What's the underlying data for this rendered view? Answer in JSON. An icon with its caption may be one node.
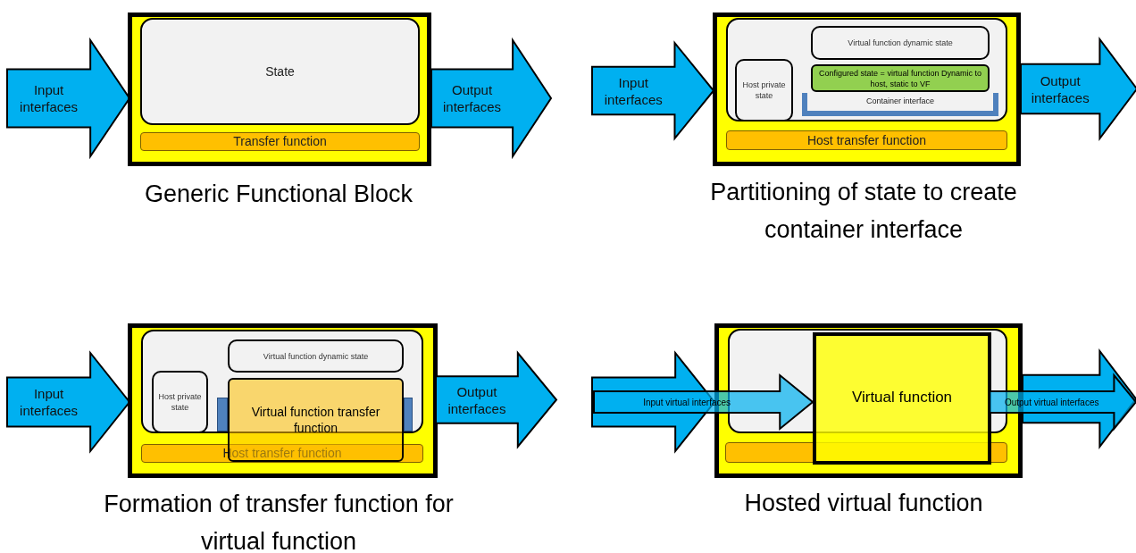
{
  "diagram": {
    "nodes": [
      {
        "text": [
          "Input interfaces"
        ]
      },
      {
        "text": [],
        "shape": "box",
        "beside": [
          "Generic Functional Block"
        ]
      },
      {
        "text": [
          "State"
        ],
        "in": 1
      },
      {
        "text": [
          "Transfer function"
        ],
        "in": 1
      },
      {
        "text": [
          "Output interfaces"
        ]
      },
      {
        "text": [
          "Input interfaces"
        ]
      },
      {
        "text": [],
        "shape": "box",
        "beside": [
          "Partitioning of state to create container interface"
        ]
      },
      {
        "text": [],
        "shape": "box",
        "in": 6
      },
      {
        "text": [
          "Host private state"
        ],
        "in": 7
      },
      {
        "text": [
          "Virtual function dynamic state"
        ],
        "in": 7
      },
      {
        "text": [
          "Configured state = virtual function Dynamic to host, static to VF"
        ],
        "in": 7
      },
      {
        "text": [
          "Container interface"
        ],
        "in": 7
      },
      {
        "text": [
          "Host transfer function"
        ],
        "in": 6
      },
      {
        "text": [
          "Output interfaces"
        ]
      },
      {
        "text": [
          "Input interfaces"
        ]
      },
      {
        "text": [],
        "shape": "box",
        "beside": [
          "Formation of transfer function for virtual function"
        ]
      },
      {
        "text": [],
        "shape": "box",
        "in": 15
      },
      {
        "text": [
          "Host private state"
        ],
        "in": 16
      },
      {
        "text": [
          "Virtual function dynamic state"
        ],
        "in": 16
      },
      {
        "text": [
          "Host transfer function"
        ],
        "in": 15
      },
      {
        "text": [
          "Virtual function transfer function"
        ],
        "in": 15
      },
      {
        "text": [
          "Output interfaces"
        ]
      },
      {
        "text": [],
        "shape": "arrow"
      },
      {
        "text": [],
        "shape": "box",
        "beside": [
          "Hosted virtual function"
        ]
      },
      {
        "text": [],
        "shape": "box",
        "in": 23
      },
      {
        "text": [],
        "shape": "bar",
        "in": 23
      },
      {
        "text": [
          "Virtual function"
        ],
        "in": 23
      },
      {
        "text": [
          "Input virtual interfaces"
        ]
      },
      {
        "text": [
          "Output virtual interfaces"
        ]
      },
      {
        "text": [],
        "shape": "arrow"
      }
    ]
  }
}
